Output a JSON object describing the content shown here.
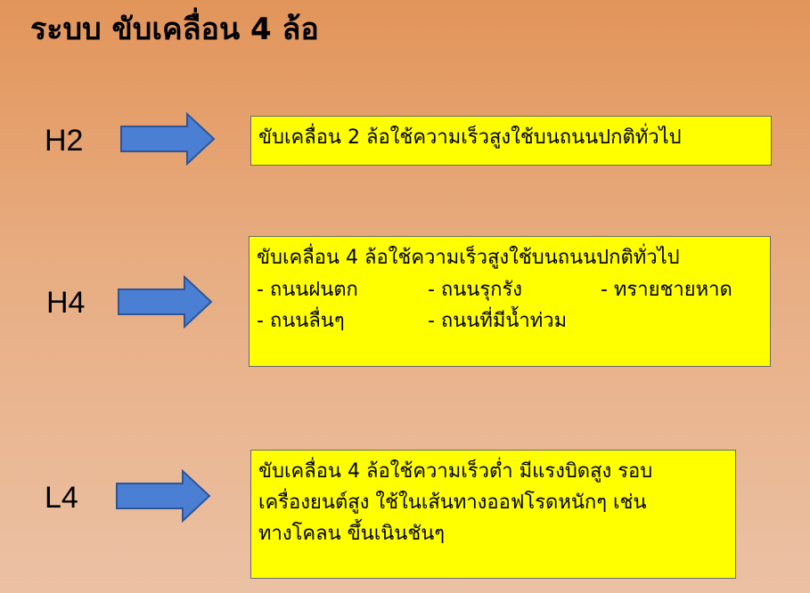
{
  "title": "ระบบ ขับเคลื่อน 4 ล้อ",
  "modes": [
    {
      "label": "H2",
      "description": "ขับเคลื่อน 2 ล้อใช้ความเร็วสูงใช้บนถนนปกติทั่วไป"
    },
    {
      "label": "H4",
      "description": "ขับเคลื่อน 4 ล้อใช้ความเร็วสูงใช้บนถนนปกติทั่วไป",
      "conditions": [
        "- ถนนฝนตก",
        "- ถนนรุกรัง",
        "- ทรายชายหาด",
        "- ถนนลื่นๆ",
        "- ถนนที่มีน้ำท่วม"
      ]
    },
    {
      "label": "L4",
      "lines": [
        "ขับเคลื่อน 4 ล้อใช้ความเร็วต่ำ มีแรงบิดสูง รอบ",
        "เครื่องยนต์สูง ใช้ในเส้นทางออฟโรดหนักๆ เช่น",
        "ทางโคลน ขึ้นเนินชันๆ"
      ]
    }
  ],
  "colors": {
    "box": "#ffff00",
    "arrow": "#4a7fd3"
  },
  "icons": {
    "arrow": "right-arrow-icon"
  }
}
